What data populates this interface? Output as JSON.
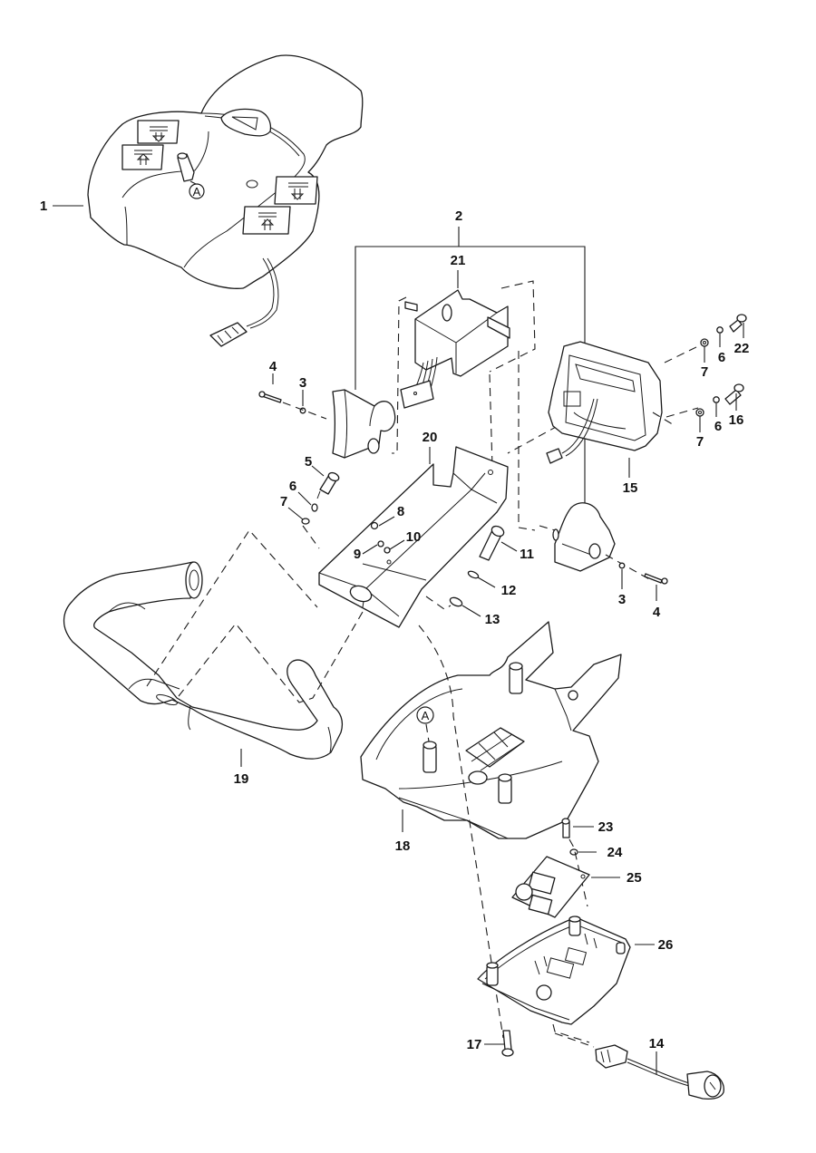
{
  "diagram": {
    "type": "exploded-parts-view",
    "reference_marker": "A",
    "callouts": {
      "c1": "1",
      "c2": "2",
      "c3a": "3",
      "c3b": "3",
      "c4a": "4",
      "c4b": "4",
      "c5": "5",
      "c6a": "6",
      "c6b": "6",
      "c6c": "6",
      "c7a": "7",
      "c7b": "7",
      "c7c": "7",
      "c8": "8",
      "c9": "9",
      "c10": "10",
      "c11": "11",
      "c12": "12",
      "c13": "13",
      "c14": "14",
      "c15": "15",
      "c16": "16",
      "c17": "17",
      "c18": "18",
      "c19": "19",
      "c20": "20",
      "c21": "21",
      "c22": "22",
      "c23": "23",
      "c24": "24",
      "c25": "25",
      "c26": "26"
    },
    "parts": [
      {
        "number": "1",
        "name": "control-head-cover"
      },
      {
        "number": "2",
        "name": "switch-assembly"
      },
      {
        "number": "3",
        "name": "washer"
      },
      {
        "number": "4",
        "name": "pin"
      },
      {
        "number": "5",
        "name": "screw"
      },
      {
        "number": "6",
        "name": "lock-washer"
      },
      {
        "number": "7",
        "name": "washer"
      },
      {
        "number": "8",
        "name": "nut"
      },
      {
        "number": "9",
        "name": "washer"
      },
      {
        "number": "10",
        "name": "nut"
      },
      {
        "number": "11",
        "name": "bolt"
      },
      {
        "number": "12",
        "name": "washer"
      },
      {
        "number": "13",
        "name": "washer"
      },
      {
        "number": "14",
        "name": "key-switch-harness"
      },
      {
        "number": "15",
        "name": "display-module"
      },
      {
        "number": "16",
        "name": "screw"
      },
      {
        "number": "17",
        "name": "screw"
      },
      {
        "number": "18",
        "name": "lower-housing"
      },
      {
        "number": "19",
        "name": "handle-bar"
      },
      {
        "number": "20",
        "name": "mounting-bracket"
      },
      {
        "number": "21",
        "name": "switch-mechanism"
      },
      {
        "number": "22",
        "name": "screw"
      },
      {
        "number": "23",
        "name": "screw"
      },
      {
        "number": "24",
        "name": "washer"
      },
      {
        "number": "25",
        "name": "circuit-board"
      },
      {
        "number": "26",
        "name": "bottom-cover"
      }
    ]
  }
}
